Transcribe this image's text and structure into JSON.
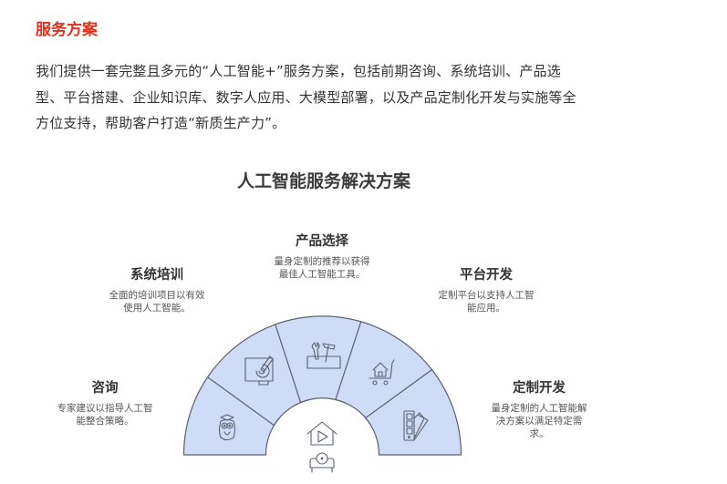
{
  "section": {
    "title": "服务方案",
    "title_color": "#e0301e",
    "intro_lines": [
      "我们提供一套完整且多元的“人工智能+”服务方案，包括前期咨询、系统培训、产品选",
      "型、平台搭建、企业知识库、数字人应用、大模型部署，以及产品定制化开发与实施等全",
      "方位支持，帮助客户打造“新质生产力”。"
    ]
  },
  "diagram": {
    "title": "人工智能服务解决方案",
    "fill_color": "#cfdcf7",
    "stroke_color": "#5a6070",
    "center_icon": "play-house-and-projector-icon",
    "segments": [
      {
        "label": "咨询",
        "description_lines": [
          "专家建议以指导人工智",
          "能整合策略。"
        ],
        "icon": "owl-icon"
      },
      {
        "label": "系统培训",
        "description_lines": [
          "全面的培训项目以有效",
          "使用人工智能。"
        ],
        "icon": "drawing-tablet-icon"
      },
      {
        "label": "产品选择",
        "description_lines": [
          "量身定制的推荐以获得",
          "最佳人工智能工具。"
        ],
        "icon": "toolbox-icon"
      },
      {
        "label": "平台开发",
        "description_lines": [
          "定制平台以支持人工智",
          "能应用。"
        ],
        "icon": "shopping-cart-house-icon"
      },
      {
        "label": "定制开发",
        "description_lines": [
          "量身定制的人工智能解",
          "决方案以满足特定需",
          "求。"
        ],
        "icon": "color-swatch-icon"
      }
    ]
  }
}
